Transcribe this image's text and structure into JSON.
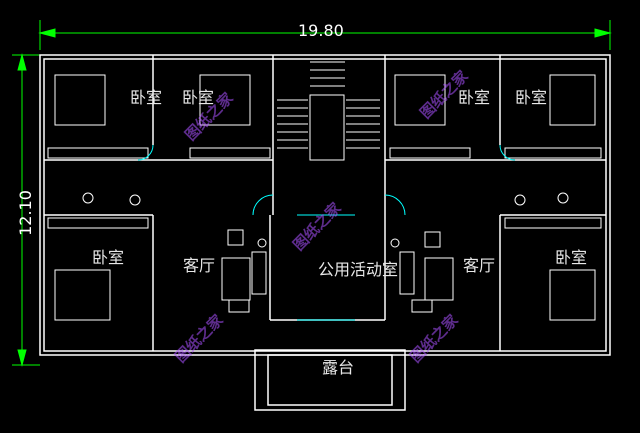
{
  "dimensions": {
    "width": "19.80",
    "height": "12.10"
  },
  "rooms": {
    "bedroom_top_left": "卧室",
    "bedroom_top_left_2": "卧室",
    "bedroom_top_right": "卧室",
    "bedroom_top_right_2": "卧室",
    "bedroom_bottom_left": "卧室",
    "bedroom_bottom_right": "卧室",
    "living_left": "客厅",
    "living_right": "客厅",
    "public_room": "公用活动室",
    "terrace": "露台"
  },
  "watermark": "图纸之家",
  "colors": {
    "walls": "#ffffff",
    "dimension": "#00ff00",
    "furniture": "#ffffff",
    "door": "#00ffff"
  }
}
